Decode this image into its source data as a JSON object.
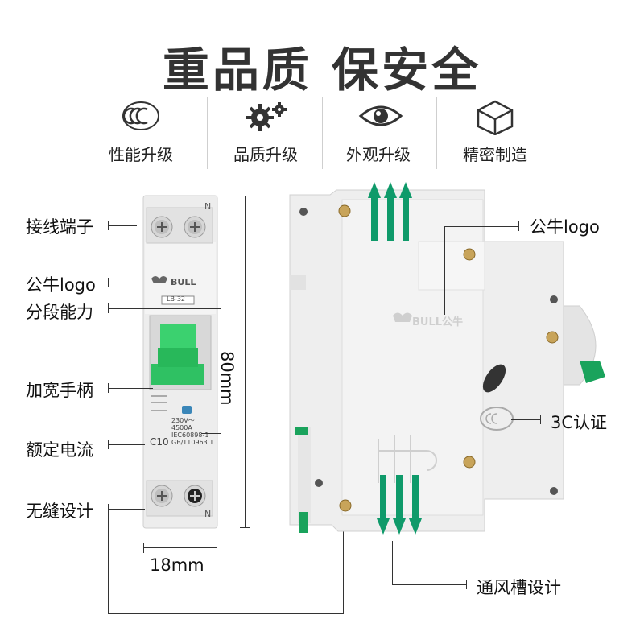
{
  "title": "重品质 保安全",
  "features": [
    {
      "label": "性能升级",
      "icon": "3c-certification-icon"
    },
    {
      "label": "品质升级",
      "icon": "gears-icon"
    },
    {
      "label": "外观升级",
      "icon": "eye-icon"
    },
    {
      "label": "精密制造",
      "icon": "cube-icon"
    }
  ],
  "left_callouts": {
    "terminal": "接线端子",
    "logo": "公牛logo",
    "breaking": "分段能力",
    "handle": "加宽手柄",
    "rated": "额定电流",
    "seamless": "无缝设计"
  },
  "right_callouts": {
    "logo": "公牛logo",
    "cert": "3C认证",
    "vent": "通风槽设计"
  },
  "dimensions": {
    "height": "80mm",
    "width": "18mm"
  },
  "breaker": {
    "terminal_mark": "N",
    "brand": "BULL",
    "model": "LB-32",
    "voltage": "230V～",
    "capacity": "4500A",
    "standard1": "IEC60898-1",
    "standard2": "GB/T10963.1",
    "rating": "C10",
    "side_brand": "BULL公牛"
  },
  "colors": {
    "accent_green": "#1aa36b",
    "handle_green": "#2ecc71",
    "housing": "#ececec"
  }
}
